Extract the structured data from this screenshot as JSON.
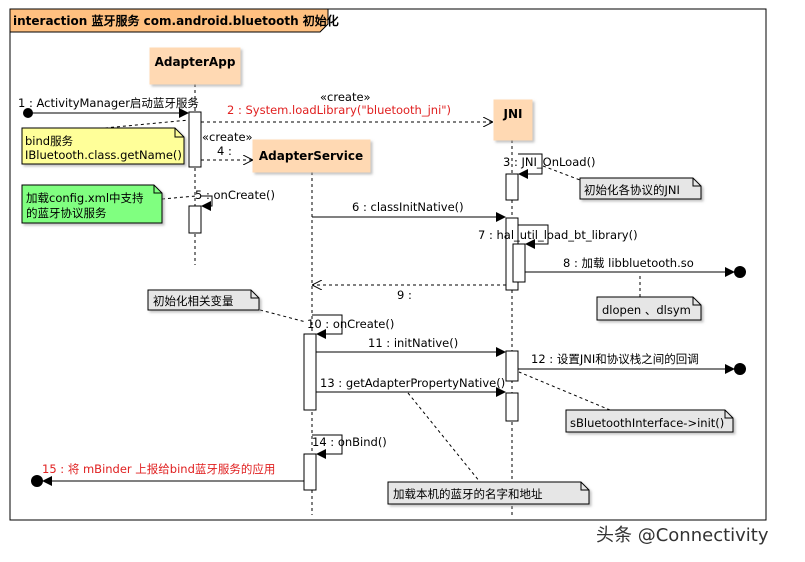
{
  "frame": {
    "title": "interaction 蓝牙服务 com.android.bluetooth 初始化",
    "title_bg": "#ffc080",
    "bg": "#ffffff"
  },
  "participants": {
    "adapter_app": "AdapterApp",
    "adapter_service": "AdapterService",
    "jni": "JNI",
    "box_color": "#ffd9b3"
  },
  "messages": {
    "m1": "1 : ActivityManager启动蓝牙服务",
    "m2": "2 : System.loadLibrary(\"bluetooth_jni\")",
    "m2_stereotype": "«create»",
    "m3": "3 : JNI_OnLoad()",
    "m4": "4 :",
    "m4_stereotype": "«create»",
    "m5": "5 : onCreate()",
    "m6": "6 : classInitNative()",
    "m7": "7 : hal_util_load_bt_library()",
    "m8": "8 : 加载 libbluetooth.so",
    "m9": "9 :",
    "m10": "10 : onCreate()",
    "m11": "11 : initNative()",
    "m12": "12 : 设置JNI和协议栈之间的回调",
    "m13": "13 : getAdapterPropertyNative()",
    "m14": "14 : onBind()",
    "m15": "15 : 将 mBinder 上报给bind蓝牙服务的应用",
    "red_color": "#e02020"
  },
  "notes": {
    "bind_line1": "bind服务",
    "bind_line2": "IBluetooth.class.getName()",
    "config_line1": "加载config.xml中支持",
    "config_line2": "的蓝牙协议服务",
    "init_jni": "初始化各协议的JNI",
    "dlopen": "dlopen 、dlsym",
    "init_vars": "初始化相关变量",
    "bt_iface": "sBluetoothInterface->init()",
    "load_addr": "加载本机的蓝牙的名字和地址",
    "yellow": "#ffff99",
    "green": "#80ff80",
    "gray": "#e6e6e6"
  },
  "watermark": "头条 @Connectivity"
}
